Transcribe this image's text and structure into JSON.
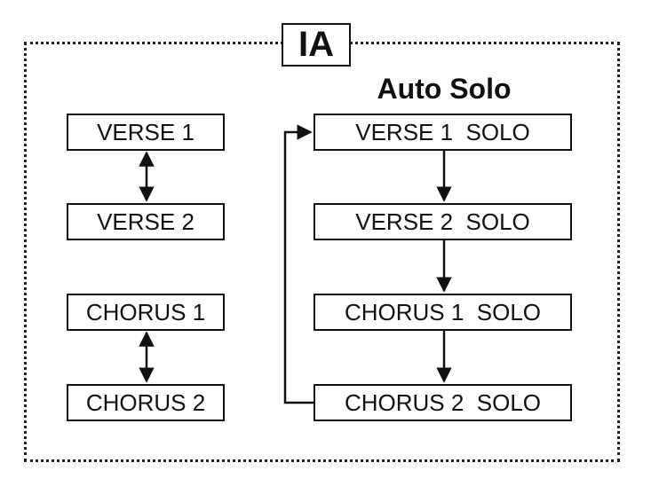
{
  "header": {
    "label": "IA"
  },
  "auto_solo": {
    "title": "Auto Solo"
  },
  "left_boxes": [
    "VERSE 1",
    "VERSE 2",
    "CHORUS 1",
    "CHORUS 2"
  ],
  "right_boxes": [
    "VERSE 1  SOLO",
    "VERSE 2  SOLO",
    "CHORUS 1  SOLO",
    "CHORUS 2  SOLO"
  ],
  "connections": [
    {
      "from": "VERSE 1",
      "to": "VERSE 2",
      "type": "bidirectional"
    },
    {
      "from": "CHORUS 1",
      "to": "CHORUS 2",
      "type": "bidirectional"
    },
    {
      "from": "VERSE 1  SOLO",
      "to": "VERSE 2  SOLO",
      "type": "directed"
    },
    {
      "from": "VERSE 2  SOLO",
      "to": "CHORUS 1  SOLO",
      "type": "directed"
    },
    {
      "from": "CHORUS 1  SOLO",
      "to": "CHORUS 2  SOLO",
      "type": "directed"
    },
    {
      "from": "CHORUS 2  SOLO",
      "to": "VERSE 1  SOLO",
      "type": "loop-back"
    }
  ],
  "colors": {
    "line": "#111111",
    "background": "#ffffff"
  }
}
